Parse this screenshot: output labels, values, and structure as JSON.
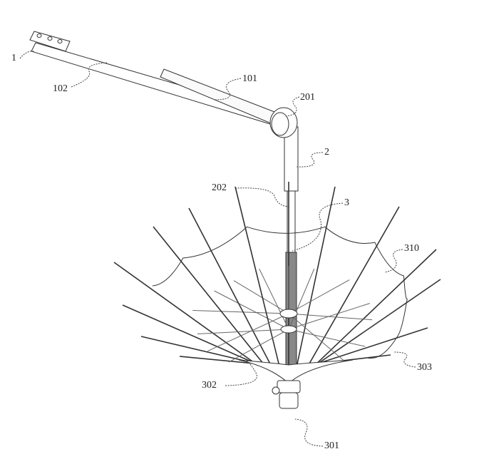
{
  "figure": {
    "labels": {
      "handle_end": "1",
      "handle_rod": "102",
      "handle_sleeve": "101",
      "joint": "201",
      "shaft_upper": "2",
      "shaft_lower": "202",
      "canopy_frame": "3",
      "canopy_edge": "310",
      "rib": "303",
      "funnel": "302",
      "base": "301"
    },
    "line_color": "#333333"
  }
}
